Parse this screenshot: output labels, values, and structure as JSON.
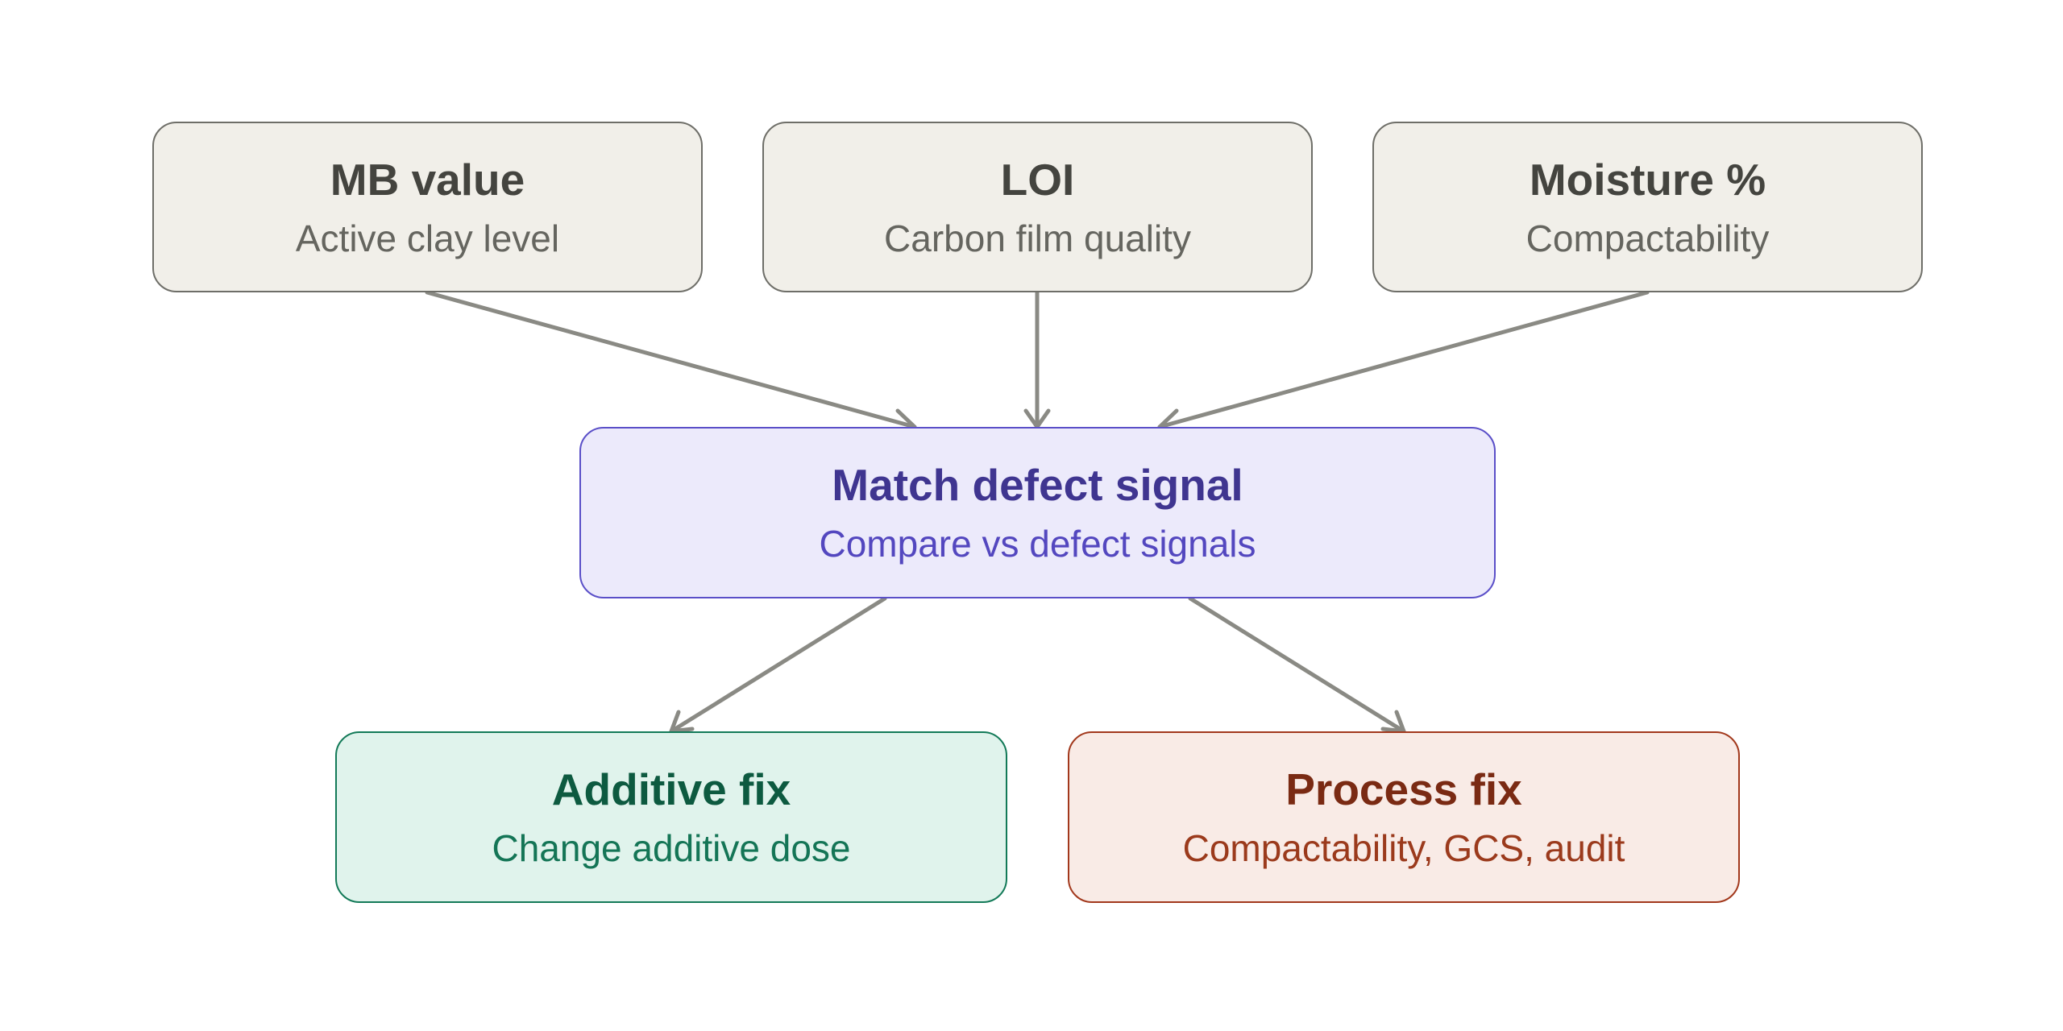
{
  "diagram": {
    "inputs": [
      {
        "title": "MB value",
        "subtitle": "Active clay level"
      },
      {
        "title": "LOI",
        "subtitle": "Carbon film quality"
      },
      {
        "title": "Moisture %",
        "subtitle": "Compactability"
      }
    ],
    "match": {
      "title": "Match defect signal",
      "subtitle": "Compare vs defect signals"
    },
    "outputs": [
      {
        "title": "Additive fix",
        "subtitle": "Change additive dose"
      },
      {
        "title": "Process fix",
        "subtitle": "Compactability, GCS, audit"
      }
    ]
  },
  "colors": {
    "arrow": "#8a8a84",
    "input_fill": "#f1efe9",
    "match_fill": "#eceafb",
    "additive_fill": "#e0f3ec",
    "process_fill": "#f9ebe6"
  }
}
